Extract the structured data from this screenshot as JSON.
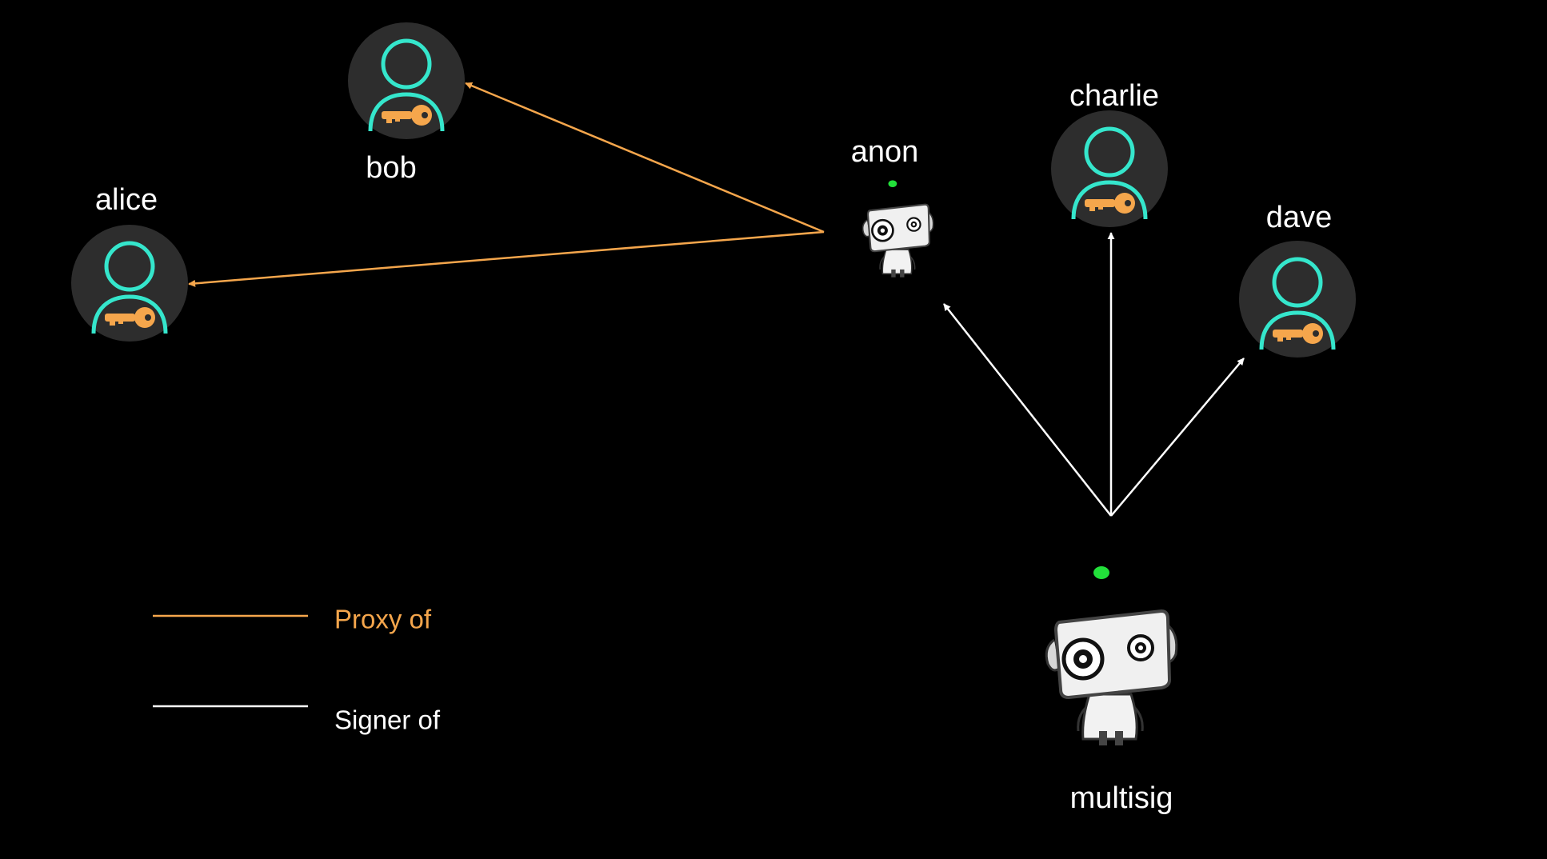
{
  "colors": {
    "background": "#000000",
    "proxy": "#f5a64c",
    "signer": "#ffffff",
    "avatar_bg": "#2d2d2d",
    "avatar_outline": "#35e6cc",
    "key": "#f5a64c",
    "antenna": "#22e03a"
  },
  "accounts": [
    {
      "id": "alice",
      "label": "alice",
      "kind": "user",
      "icon": "user-key-icon"
    },
    {
      "id": "bob",
      "label": "bob",
      "kind": "user",
      "icon": "user-key-icon"
    },
    {
      "id": "charlie",
      "label": "charlie",
      "kind": "user",
      "icon": "user-key-icon"
    },
    {
      "id": "dave",
      "label": "dave",
      "kind": "user",
      "icon": "user-key-icon"
    },
    {
      "id": "anon",
      "label": "anon",
      "kind": "pure-proxy",
      "icon": "robot-icon"
    },
    {
      "id": "multisig",
      "label": "multisig",
      "kind": "multisig",
      "icon": "robot-icon"
    }
  ],
  "edges": [
    {
      "type": "proxy",
      "from": "anon",
      "to": "bob"
    },
    {
      "type": "proxy",
      "from": "anon",
      "to": "alice"
    },
    {
      "type": "signer",
      "from": "multisig",
      "to": "anon"
    },
    {
      "type": "signer",
      "from": "multisig",
      "to": "charlie"
    },
    {
      "type": "signer",
      "from": "multisig",
      "to": "dave"
    }
  ],
  "legend": {
    "proxy_label": "Proxy of",
    "signer_label": "Signer of"
  }
}
